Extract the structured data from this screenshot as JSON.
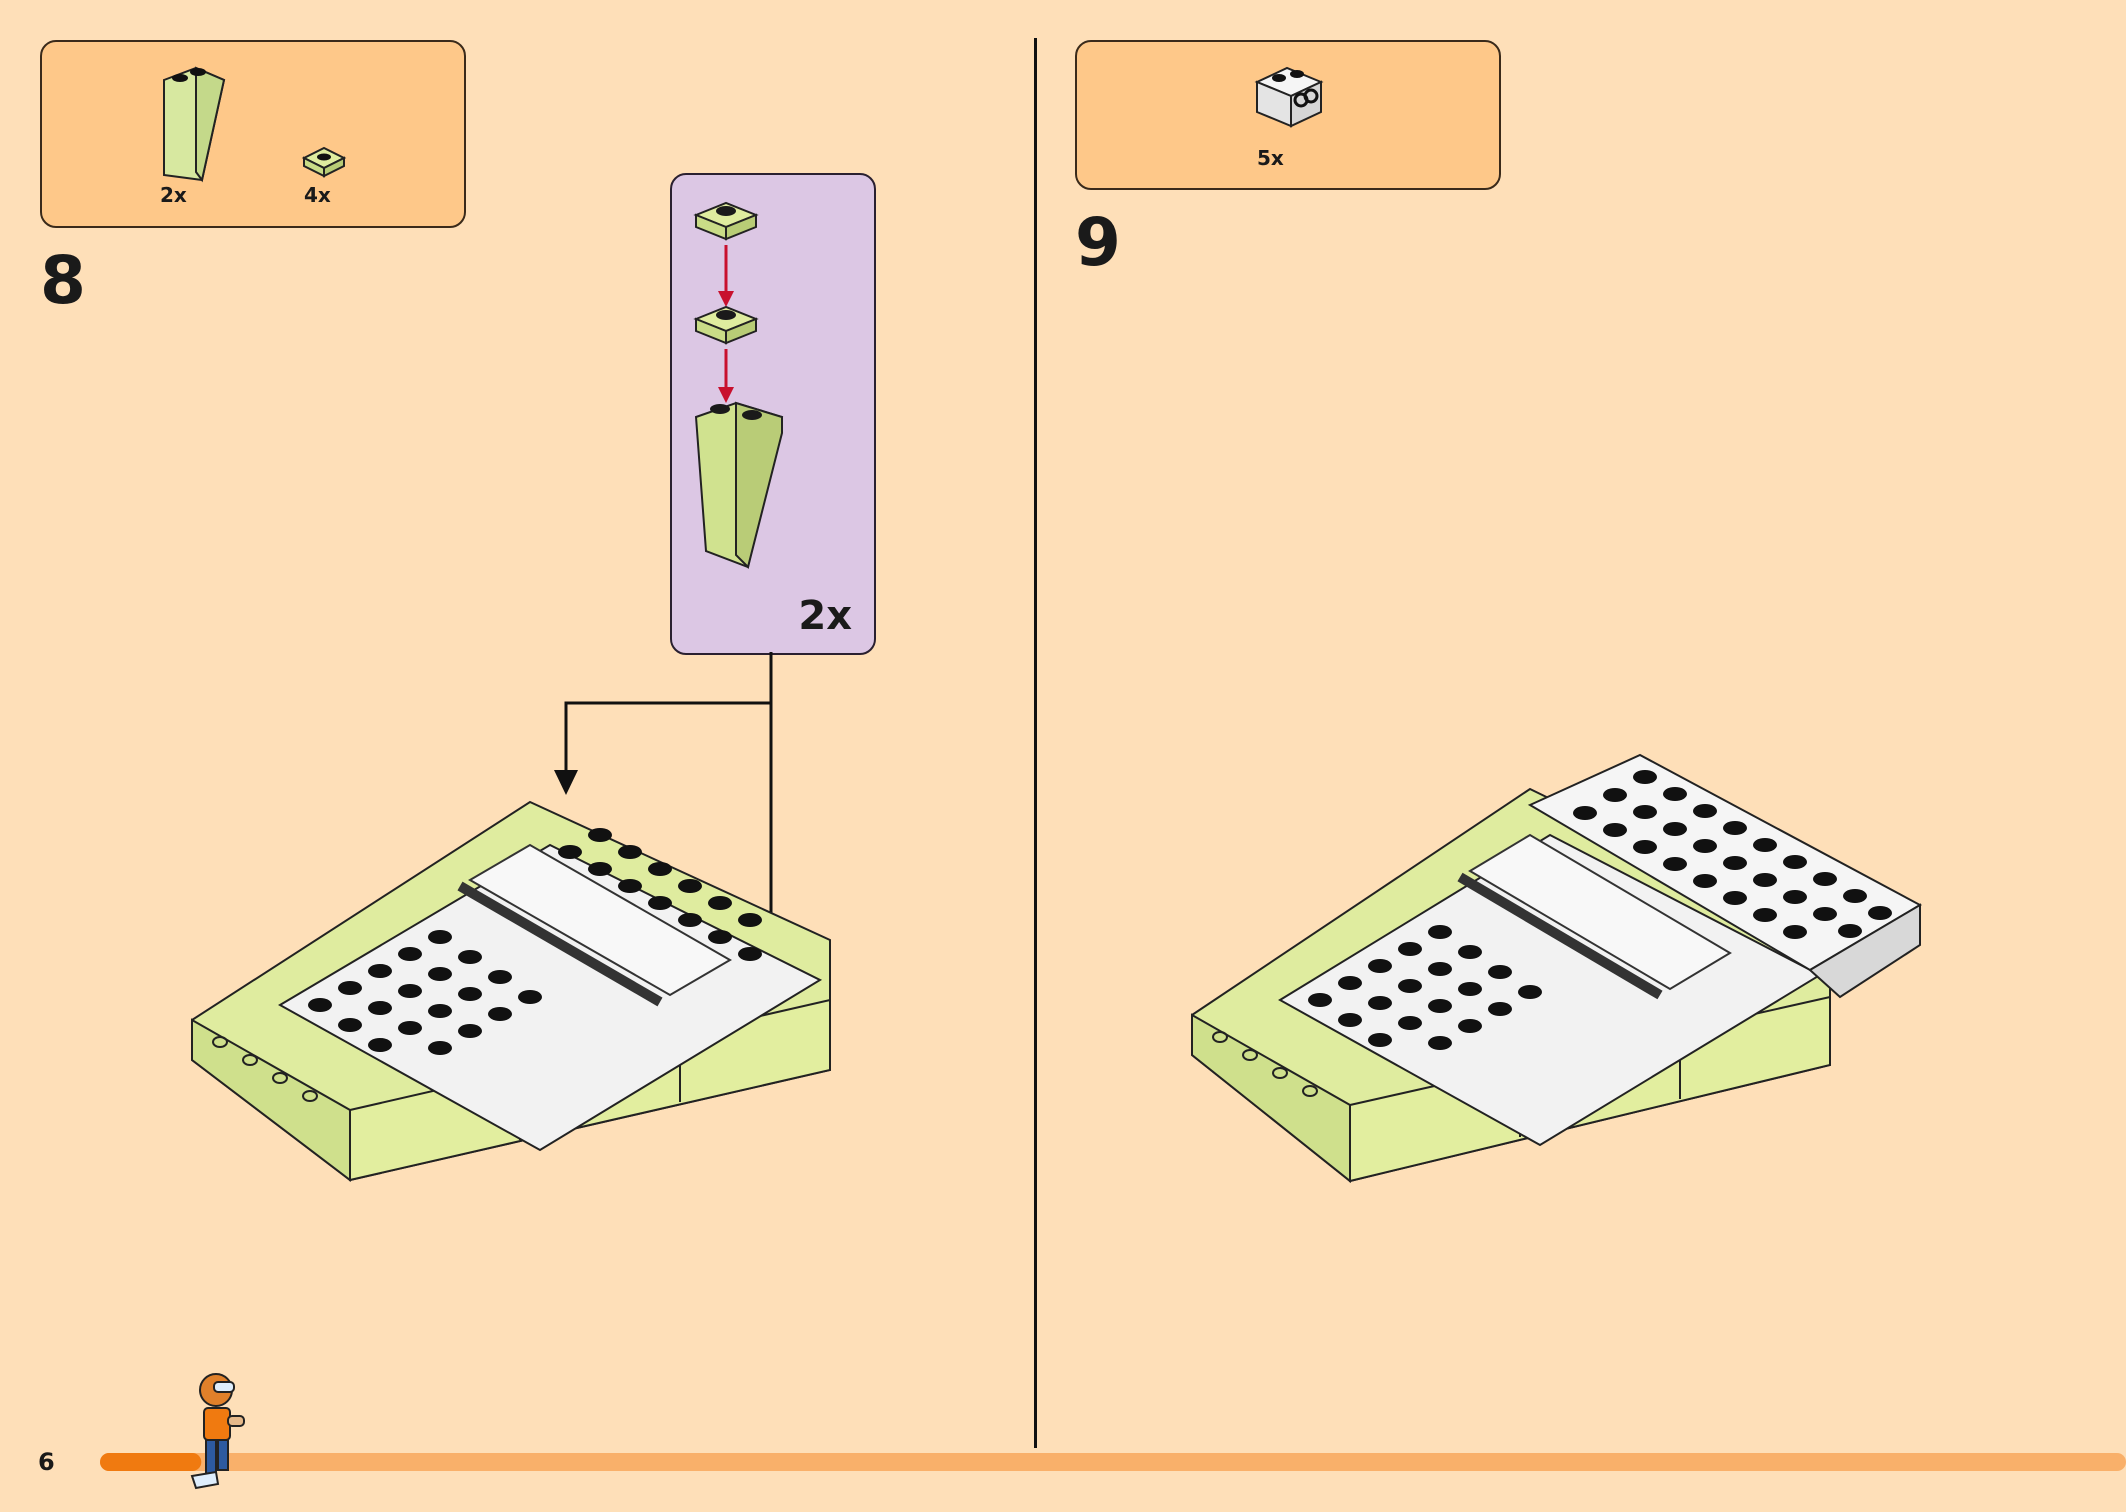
{
  "page": {
    "number": "6"
  },
  "step8": {
    "number": "8",
    "parts": [
      {
        "name": "slope-brick",
        "qty": "2x"
      },
      {
        "name": "round-plate",
        "qty": "4x"
      }
    ],
    "callout_multiplier": "2x"
  },
  "step9": {
    "number": "9",
    "parts": [
      {
        "name": "white-brick-2x2",
        "qty": "5x"
      }
    ]
  },
  "colors": {
    "background": "#fedfb8",
    "parts_box": "#fec889",
    "callout": "#dcc7e4",
    "lime_part": "#dfec9f",
    "white_part": "#f2f2f2",
    "arrow_red": "#c8102e",
    "progress_track": "#f9b06a",
    "progress_fill": "#f07a10"
  },
  "progress": {
    "fraction": 0.05
  }
}
